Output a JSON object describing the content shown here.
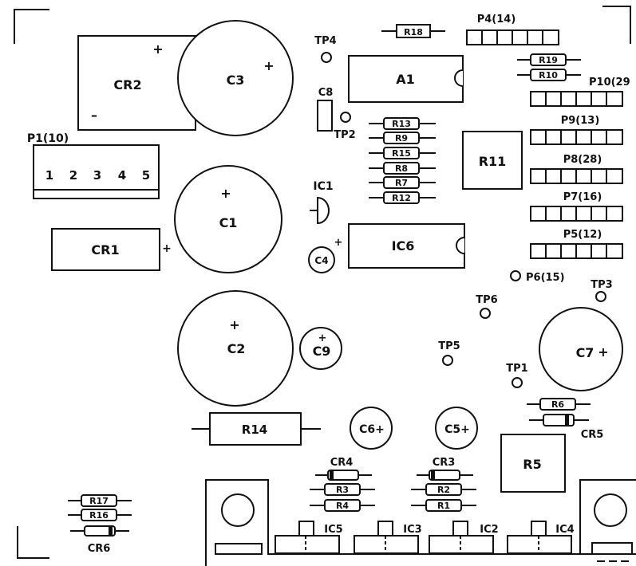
{
  "labels": {
    "cr2": "CR2",
    "cr2_plus": "+",
    "cr2_minus": "–",
    "c3": "C3",
    "c3_plus": "+",
    "tp4": "TP4",
    "r18": "R18",
    "p4": "P4(14)",
    "a1": "A1",
    "r19": "R19",
    "r10": "R10",
    "p10": "P10(29",
    "c8": "C8",
    "tp2": "TP2",
    "r13": "R13",
    "r9": "R9",
    "r15": "R15",
    "r8": "R8",
    "r7": "R7",
    "r12": "R12",
    "r11": "R11",
    "p9": "P9(13)",
    "p8": "P8(28)",
    "p7": "P7(16)",
    "p5": "P5(12)",
    "p1": "P1(10)",
    "p1_pins": [
      "1",
      "2",
      "3",
      "4",
      "5"
    ],
    "c1": "C1",
    "c1_plus": "+",
    "ic1": "IC1",
    "cr1": "CR1",
    "cr1_plus": "+",
    "c4": "C4",
    "c4_plus": "+",
    "ic6": "IC6",
    "p6": "P6(15)",
    "tp3": "TP3",
    "tp6": "TP6",
    "c2": "C2",
    "c2_plus": "+",
    "c9": "C9",
    "c9_plus": "+",
    "tp5": "TP5",
    "tp1": "TP1",
    "c7": "C7",
    "c7_plus": "+",
    "r6": "R6",
    "cr5": "CR5",
    "r14": "R14",
    "c6": "C6+",
    "c5": "C5+",
    "cr4": "CR4",
    "cr3": "CR3",
    "r3": "R3",
    "r4": "R4",
    "r2": "R2",
    "r1": "R1",
    "r5": "R5",
    "r17": "R17",
    "r16": "R16",
    "cr6": "CR6",
    "ic5": "IC5",
    "ic3": "IC3",
    "ic2": "IC2",
    "ic4": "IC4"
  }
}
